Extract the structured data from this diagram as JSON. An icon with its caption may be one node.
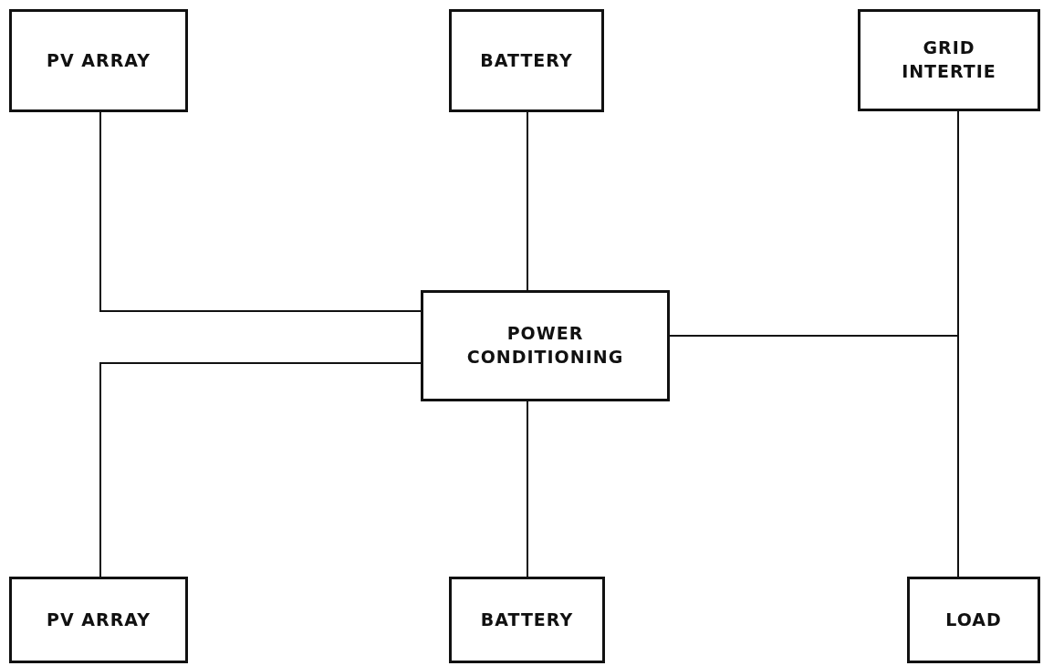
{
  "diagram": {
    "nodes": [
      {
        "text": [
          "PV ARRAY"
        ]
      },
      {
        "text": [
          "BATTERY"
        ]
      },
      {
        "text": [
          "GRID INTERTIE"
        ]
      },
      {
        "text": [
          "POWER CONDITIONING"
        ]
      },
      {
        "text": [
          "PV ARRAY"
        ]
      },
      {
        "text": [
          "BATTERY"
        ]
      },
      {
        "text": [
          "LOAD"
        ]
      }
    ],
    "edges": [
      {
        "from": 0,
        "to": 3,
        "arrow": "none"
      },
      {
        "from": 1,
        "to": 3,
        "arrow": "none"
      },
      {
        "from": 3,
        "to": 2,
        "arrow": "none"
      },
      {
        "from": 3,
        "to": 6,
        "arrow": "none"
      },
      {
        "from": 4,
        "to": 3,
        "arrow": "none"
      },
      {
        "from": 5,
        "to": 3,
        "arrow": "none"
      }
    ]
  }
}
